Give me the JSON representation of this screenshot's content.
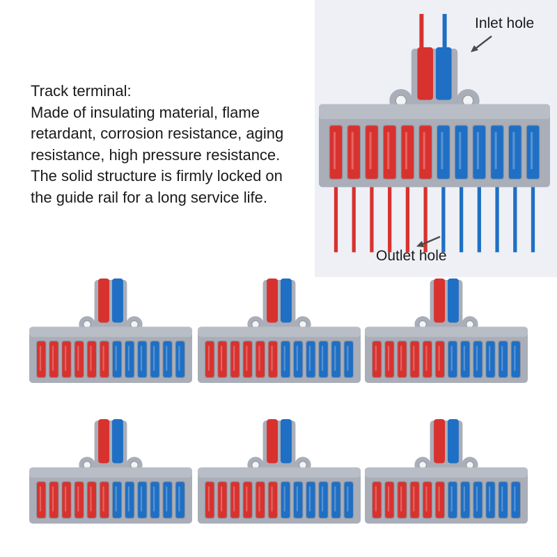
{
  "description": {
    "lines": [
      "Track terminal:",
      "Made of insulating material, flame",
      "retardant, corrosion resistance, aging",
      "resistance, high pressure resistance.",
      "The solid structure is firmly locked on",
      "the guide rail for a long service life."
    ]
  },
  "callouts": {
    "inlet": "Inlet hole",
    "outlet": "Outlet hole"
  },
  "product": {
    "inlet_ports": 2,
    "outlet_ports_red": 6,
    "outlet_ports_blue": 6,
    "copies_shown": 6
  },
  "colors": {
    "housing": "#a9aeb8",
    "housing_dark": "#8d929c",
    "red": "#d8322f",
    "blue": "#1f6fc4",
    "hero_background": "#eef0f5"
  }
}
